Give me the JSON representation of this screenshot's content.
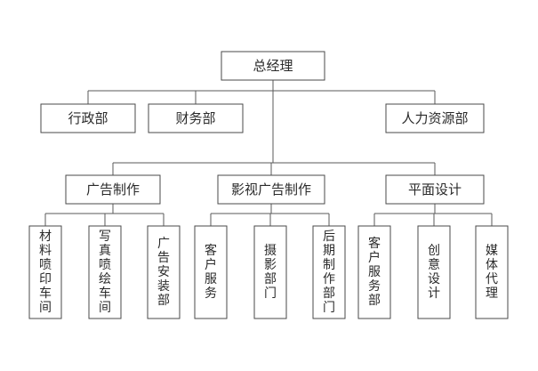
{
  "org_chart": {
    "root": {
      "id": "gm",
      "label": "总经理"
    },
    "departments": [
      {
        "id": "admin",
        "label": "行政部"
      },
      {
        "id": "finance",
        "label": "财务部"
      },
      {
        "id": "hr",
        "label": "人力资源部"
      }
    ],
    "divisions": [
      {
        "id": "ad",
        "label": "广告制作",
        "children": [
          {
            "id": "ad-1",
            "label": "材料喷印车间"
          },
          {
            "id": "ad-2",
            "label": "写真喷绘车间"
          },
          {
            "id": "ad-3",
            "label": "广告安装部"
          }
        ]
      },
      {
        "id": "video",
        "label": "影视广告制作",
        "children": [
          {
            "id": "video-1",
            "label": "客户服务"
          },
          {
            "id": "video-2",
            "label": "摄影部门"
          },
          {
            "id": "video-3",
            "label": "后期制作部门"
          }
        ]
      },
      {
        "id": "graphic",
        "label": "平面设计",
        "children": [
          {
            "id": "graphic-1",
            "label": "客户服务部"
          },
          {
            "id": "graphic-2",
            "label": "创意设计"
          },
          {
            "id": "graphic-3",
            "label": "媒体代理"
          }
        ]
      }
    ]
  }
}
